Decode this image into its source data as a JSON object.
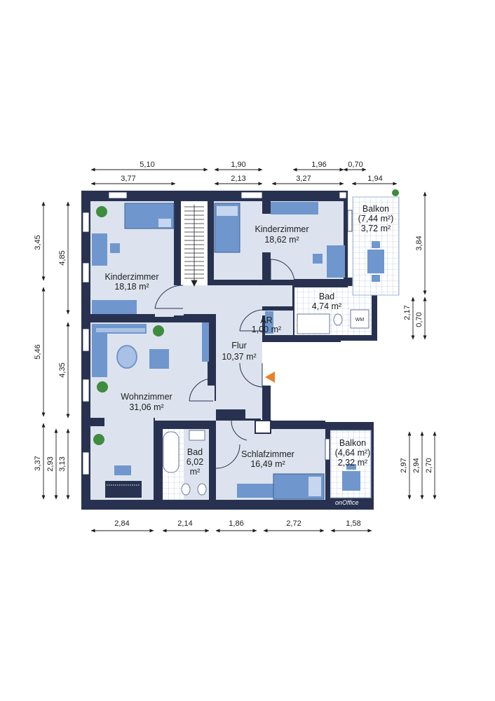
{
  "rooms": {
    "kinder1": {
      "name": "Kinderzimmer",
      "area": "18,18 m²"
    },
    "kinder2": {
      "name": "Kinderzimmer",
      "area": "18,62 m²"
    },
    "balkon1": {
      "name": "Balkon",
      "gross": "(7,44 m²)",
      "net": "3,72 m²"
    },
    "bad1": {
      "name": "Bad",
      "area": "4,74 m²"
    },
    "ar": {
      "name": "AR",
      "area": "1,00 m²"
    },
    "flur": {
      "name": "Flur",
      "area": "10,37 m²"
    },
    "wohn": {
      "name": "Wohnzimmer",
      "area": "31,06 m²"
    },
    "bad2": {
      "name": "Bad",
      "area_value": "6,02",
      "area_unit": "m²"
    },
    "schlaf": {
      "name": "Schlafzimmer",
      "area": "16,49 m²"
    },
    "balkon2": {
      "name": "Balkon",
      "gross": "(4,64 m²)",
      "net": "2,32 m²"
    }
  },
  "fixtures": {
    "washer": "WM"
  },
  "logo": "onOffice",
  "dims": {
    "top1": [
      "5,10",
      "1,90",
      "1,96",
      "0,70"
    ],
    "top2": [
      "3,77",
      "2,13",
      "3,27",
      "1,94"
    ],
    "bottom": [
      "2,84",
      "2,14",
      "1,86",
      "2,72",
      "1,58"
    ],
    "left_outer": [
      "3,45",
      "5,46",
      "3,37"
    ],
    "left_inner": [
      "4,85",
      "4,35",
      "2,93",
      "3,13"
    ],
    "right_top": [
      "3,84",
      "2,17",
      "0,70"
    ],
    "right_bottom": [
      "2,97",
      "2,94",
      "2,70"
    ]
  },
  "colors": {
    "wall": "#283250",
    "floor": "#dde3ee",
    "furniture": "#6f97cd",
    "tile": "#ffffff",
    "plant": "#3e8c3e",
    "entry": "#e8812a"
  }
}
